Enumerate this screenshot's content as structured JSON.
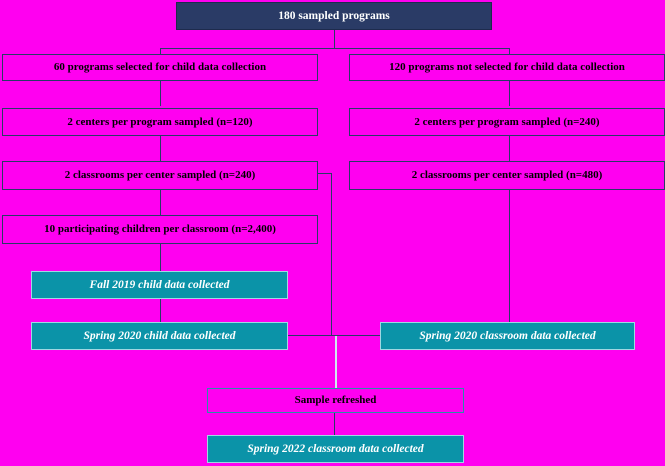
{
  "diagram": {
    "title_box": {
      "label": "180 sampled programs"
    },
    "left_branch": [
      {
        "label": "60 programs selected for child data collection"
      },
      {
        "label": "2 centers per program sampled (n=120)"
      },
      {
        "label": "2 classrooms per center sampled (n=240)"
      },
      {
        "label": "10 participating children per classroom (n=2,400)"
      }
    ],
    "right_branch": [
      {
        "label": "120 programs not selected for child data collection"
      },
      {
        "label": "2 centers per program sampled (n=240)"
      },
      {
        "label": "2 classrooms per center sampled (n=480)"
      }
    ],
    "collection": [
      {
        "label": "Fall 2019 child data collected"
      },
      {
        "label": "Spring 2020 child data collected"
      },
      {
        "label": "Spring 2020 classroom data collected"
      }
    ],
    "refresh": {
      "label": "Sample refreshed"
    },
    "final": {
      "label": "Spring 2022 classroom data collected"
    },
    "colors": {
      "background": "#ff00f0",
      "navy": "#2a3b66",
      "teal": "#0b93a8",
      "connector": "#2a3b66",
      "connector_light": "#cfe9ee"
    }
  }
}
